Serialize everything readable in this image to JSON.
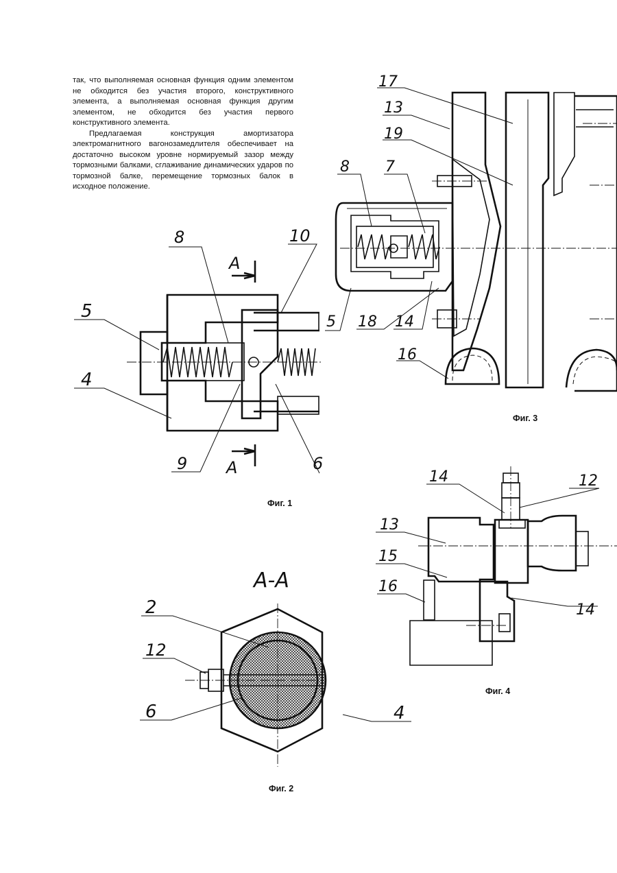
{
  "text": {
    "paragraph1": "так, что выполняемая основная функция одним элементом не обходится без участия второго, конструктивного элемента, а выполняемая основная функция другим элементом, не обходится без участия первого конструктивного элемента.",
    "paragraph2": "Предлагаемая конструкция амортизатора электромагнитного вагонозамедлителя обеспечивает на достаточно высоком уровне нормируемый зазор между тормозными балками, сглаживание динамических ударов по тормозной балке, перемещение тормозных балок в исходное положение."
  },
  "figures": {
    "fig1": {
      "caption": "Фиг. 1",
      "labels": {
        "l8": "8",
        "l10": "10",
        "l5": "5",
        "l4": "4",
        "l9": "9",
        "l6": "6",
        "section_top": "A",
        "section_bottom": "A"
      }
    },
    "fig2": {
      "caption": "Фиг. 2",
      "title": "A-A",
      "labels": {
        "l2": "2",
        "l12": "12",
        "l6": "6",
        "l4": "4"
      }
    },
    "fig3": {
      "caption": "Фиг. 3",
      "labels": {
        "l17": "17",
        "l13": "13",
        "l19": "19",
        "l8": "8",
        "l7": "7",
        "l5": "5",
        "l18": "18",
        "l14": "14",
        "l16": "16"
      }
    },
    "fig4": {
      "caption": "Фиг. 4",
      "labels": {
        "l14a": "14",
        "l12": "12",
        "l13": "13",
        "l15": "15",
        "l16": "16",
        "l14b": "14"
      }
    }
  }
}
